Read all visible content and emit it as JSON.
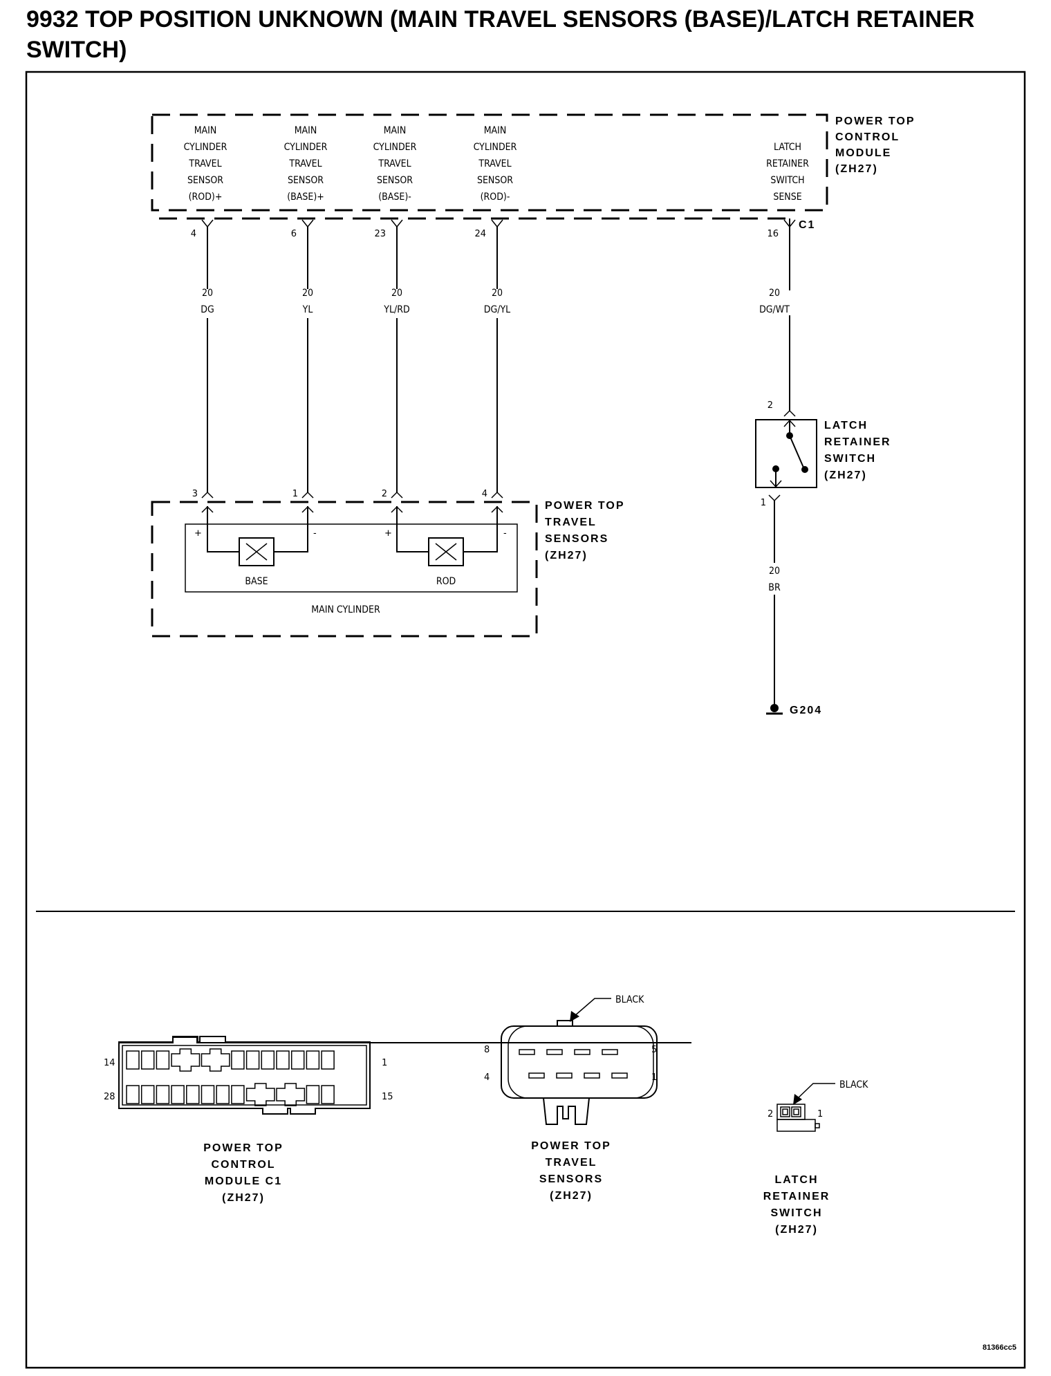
{
  "title": "9932 TOP POSITION UNKNOWN (MAIN TRAVEL SENSORS (BASE)/LATCH RETAINER SWITCH)",
  "control_module": {
    "name_lines": [
      "POWER TOP",
      "CONTROL",
      "MODULE",
      "(ZH27)"
    ],
    "connector": "C1",
    "pins": [
      {
        "label_lines": [
          "MAIN",
          "CYLINDER",
          "TRAVEL",
          "SENSOR",
          "(ROD)+"
        ],
        "pin": "4",
        "gauge": "20",
        "color": "DG"
      },
      {
        "label_lines": [
          "MAIN",
          "CYLINDER",
          "TRAVEL",
          "SENSOR",
          "(BASE)+"
        ],
        "pin": "6",
        "gauge": "20",
        "color": "YL"
      },
      {
        "label_lines": [
          "MAIN",
          "CYLINDER",
          "TRAVEL",
          "SENSOR",
          "(BASE)-"
        ],
        "pin": "23",
        "gauge": "20",
        "color": "YL/RD"
      },
      {
        "label_lines": [
          "MAIN",
          "CYLINDER",
          "TRAVEL",
          "SENSOR",
          "(ROD)-"
        ],
        "pin": "24",
        "gauge": "20",
        "color": "DG/YL"
      },
      {
        "label_lines": [
          "LATCH",
          "RETAINER",
          "SWITCH",
          "SENSE"
        ],
        "pin": "16",
        "gauge": "20",
        "color": "DG/WT"
      }
    ]
  },
  "travel_sensors": {
    "name_lines": [
      "POWER TOP",
      "TRAVEL",
      "SENSORS",
      "(ZH27)"
    ],
    "pins": [
      "3",
      "1",
      "2",
      "4"
    ],
    "polarity": [
      "+",
      "-",
      "+",
      "-"
    ],
    "sensor_labels": [
      "BASE",
      "ROD"
    ],
    "inner_label": "MAIN CYLINDER"
  },
  "latch_switch": {
    "name_lines": [
      "LATCH",
      "RETAINER",
      "SWITCH",
      "(ZH27)"
    ],
    "pin_top": "2",
    "pin_bottom": "1",
    "ground_wire": {
      "gauge": "20",
      "color": "BR"
    },
    "ground": "G204"
  },
  "connector_views": [
    {
      "name_lines": [
        "POWER TOP",
        "CONTROL",
        "MODULE C1",
        "(ZH27)"
      ],
      "pin_labels": [
        "14",
        "1",
        "28",
        "15"
      ]
    },
    {
      "name_lines": [
        "POWER TOP",
        "TRAVEL",
        "SENSORS",
        "(ZH27)"
      ],
      "pin_labels": [
        "8",
        "5",
        "4",
        "1"
      ],
      "color_label": "BLACK"
    },
    {
      "name_lines": [
        "LATCH",
        "RETAINER",
        "SWITCH",
        "(ZH27)"
      ],
      "pin_labels": [
        "2",
        "1"
      ],
      "color_label": "BLACK"
    }
  ],
  "figure_id": "81366cc5"
}
